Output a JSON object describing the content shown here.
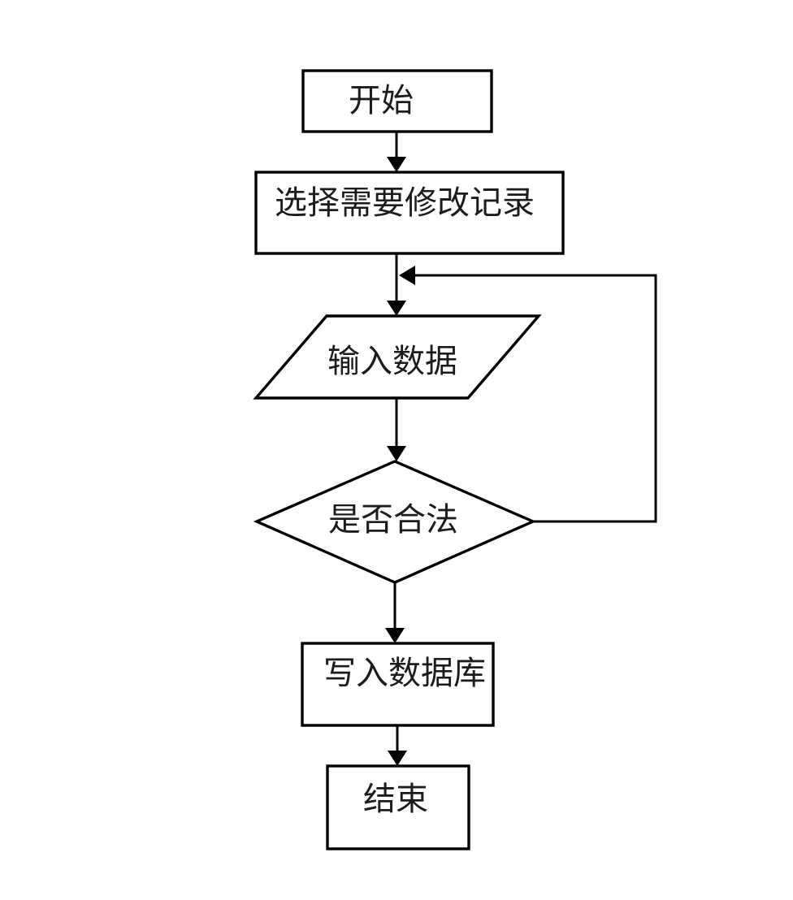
{
  "diagram": {
    "type": "flowchart",
    "background_color": "#ffffff",
    "stroke_color": "#000000",
    "text_color": "#1c1c1c",
    "nodes": [
      {
        "id": "start",
        "shape": "rectangle",
        "label": "开始"
      },
      {
        "id": "select-record",
        "shape": "rectangle",
        "label": "选择需要修改记录"
      },
      {
        "id": "input-data",
        "shape": "parallelogram",
        "label": "输入数据"
      },
      {
        "id": "validate",
        "shape": "diamond",
        "label": "是否合法"
      },
      {
        "id": "write-db",
        "shape": "rectangle",
        "label": "写入数据库"
      },
      {
        "id": "end",
        "shape": "rectangle",
        "label": "结束"
      }
    ],
    "edges": [
      {
        "from": "start",
        "to": "select-record"
      },
      {
        "from": "select-record",
        "to": "input-data"
      },
      {
        "from": "input-data",
        "to": "validate"
      },
      {
        "from": "validate",
        "to": "input-data",
        "note": "loop-back-right-side"
      },
      {
        "from": "validate",
        "to": "write-db"
      },
      {
        "from": "write-db",
        "to": "end"
      }
    ]
  }
}
